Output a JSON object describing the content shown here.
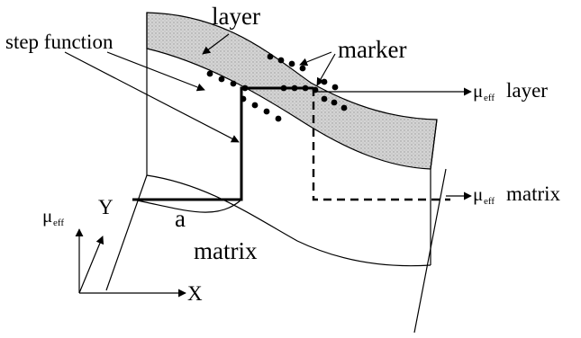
{
  "labels": {
    "layer": "layer",
    "marker": "marker",
    "step_function": "step function",
    "a": "a",
    "matrix": "matrix",
    "y_axis": "Y",
    "x_axis": "X",
    "mu": "μ",
    "eff": "eff",
    "mu_eff_layer_suffix": "layer",
    "mu_eff_matrix_suffix": "matrix"
  },
  "colors": {
    "layer_fill": "#d9d9d9",
    "ink": "#000000",
    "background": "#ffffff"
  },
  "markers": {
    "upper_row_count": 10,
    "lower_row_count": 11
  }
}
